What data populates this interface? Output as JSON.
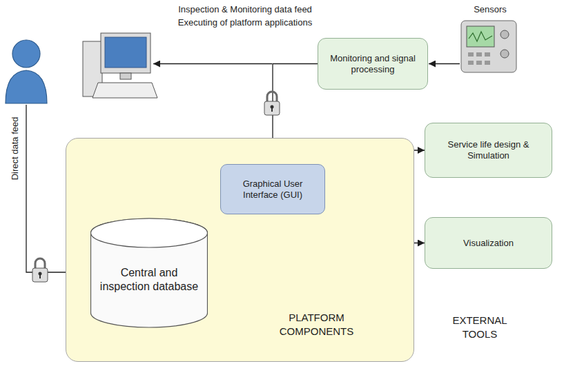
{
  "diagram": {
    "nodes": [
      {
        "text": [
          "Monitoring and signal processing"
        ]
      },
      {
        "text": [
          "PLATFORM COMPONENTS"
        ]
      },
      {
        "text": [
          "Graphical User Interface (GUI)"
        ],
        "in": 1
      },
      {
        "text": [
          "Central and inspection database"
        ],
        "in": 1
      },
      {
        "text": [
          "Service life design & Simulation"
        ]
      },
      {
        "text": [
          "Visualization"
        ]
      }
    ],
    "edges": [
      {
        "from": 0,
        "to": 2,
        "arrow": "to"
      },
      {
        "from": 2,
        "to": 3,
        "arrow": "both"
      },
      {
        "from": 2,
        "to": 4,
        "arrow": "to"
      },
      {
        "from": 2,
        "to": 5,
        "arrow": "to"
      }
    ],
    "labels": [
      "Inspection & Monitoring data feed",
      "Executing of platform applications",
      "Sensors",
      "Direct data feed",
      "EXTERNAL TOOLS"
    ]
  }
}
